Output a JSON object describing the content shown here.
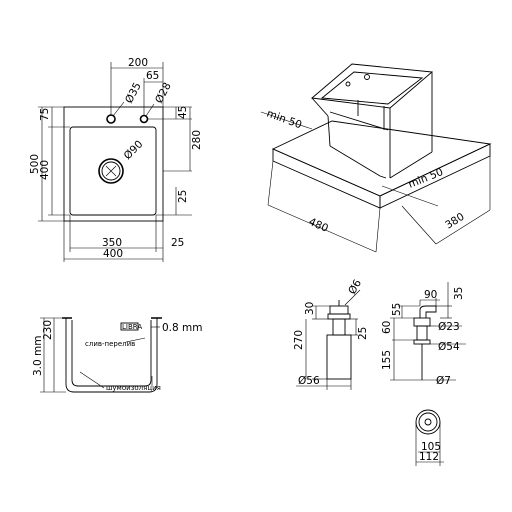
{
  "top_view": {
    "dim_200": "200",
    "dim_65": "65",
    "dim_75": "75",
    "dim_500": "500",
    "dim_400_inner": "400",
    "dim_45": "45",
    "dim_280": "280",
    "dim_25_side": "25",
    "dim_350": "350",
    "dim_25_bottom": "25",
    "dim_400_overall": "400",
    "hole_35": "Ø35",
    "hole_28": "Ø28",
    "drain_90": "Ø90"
  },
  "iso_view": {
    "min_50_left": "min 50",
    "min_50_right": "min 50",
    "dim_480": "480",
    "dim_380": "380"
  },
  "section_view": {
    "dim_3mm": "3.0 mm",
    "dim_230": "230",
    "dim_08mm": "0.8 mm",
    "overflow_label": "слив-перелив",
    "insulation_label": "шумоизоляция",
    "badge": "LIBRA"
  },
  "dispenser_front": {
    "dim_30": "30",
    "dim_6": "Ø6",
    "dim_270": "270",
    "dim_25": "25",
    "dim_56": "Ø56"
  },
  "dispenser_side": {
    "dim_90": "90",
    "dim_35": "35",
    "dim_55": "55",
    "dim_60": "60",
    "dim_23": "Ø23",
    "dim_155": "155",
    "dim_54": "Ø54",
    "dim_7": "Ø7"
  },
  "dispenser_top": {
    "dim_105": "105",
    "dim_112": "112"
  }
}
